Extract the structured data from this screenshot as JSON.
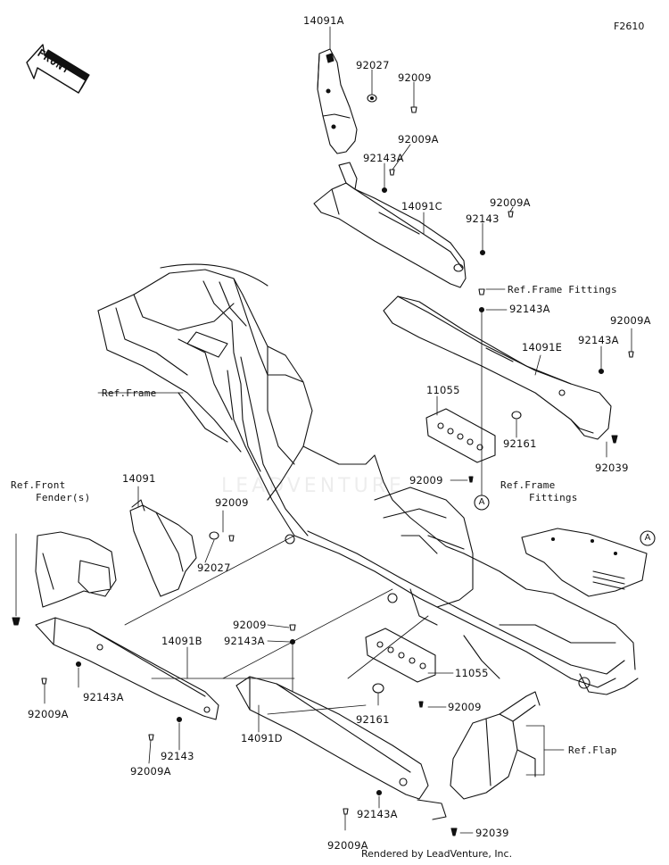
{
  "figure_number": "F2610",
  "front_arrow_label": "FRONT",
  "watermark": "LEADVENTURE",
  "credit": "Rendered by LeadVenture, Inc.",
  "callout_ref": "A",
  "labels": {
    "p14091A": "14091A",
    "p92027_top": "92027",
    "p92009_top": "92009",
    "p92009A_1": "92009A",
    "p92143A_1": "92143A",
    "p14091C": "14091C",
    "p92009A_2": "92009A",
    "p92143_1": "92143",
    "ref_frame_fittings_1": "Ref.Frame Fittings",
    "p92143A_2": "92143A",
    "p92009A_3": "92009A",
    "p92143A_3": "92143A",
    "p14091E": "14091E",
    "ref_frame": "Ref.Frame",
    "p11055_1": "11055",
    "p92161_1": "92161",
    "p92039_1": "92039",
    "p92009_mid": "92009",
    "ref_frame_fittings_2a": "Ref.Frame",
    "ref_frame_fittings_2b": "Fittings",
    "ref_front_fender_a": "Ref.Front",
    "ref_front_fender_b": "Fender(s)",
    "p14091": "14091",
    "p92009_left": "92009",
    "p92027_left": "92027",
    "p14091B": "14091B",
    "p92143A_4": "92143A",
    "p92009A_4": "92009A",
    "p92143_2": "92143",
    "p92009A_5": "92009A",
    "p92009_low": "92009",
    "p92143A_5": "92143A",
    "p11055_2": "11055",
    "p92161_2": "92161",
    "p92009_low2": "92009",
    "p14091D": "14091D",
    "ref_flap": "Ref.Flap",
    "p92143A_6": "92143A",
    "p92039_2": "92039",
    "p92009A_6": "92009A"
  }
}
